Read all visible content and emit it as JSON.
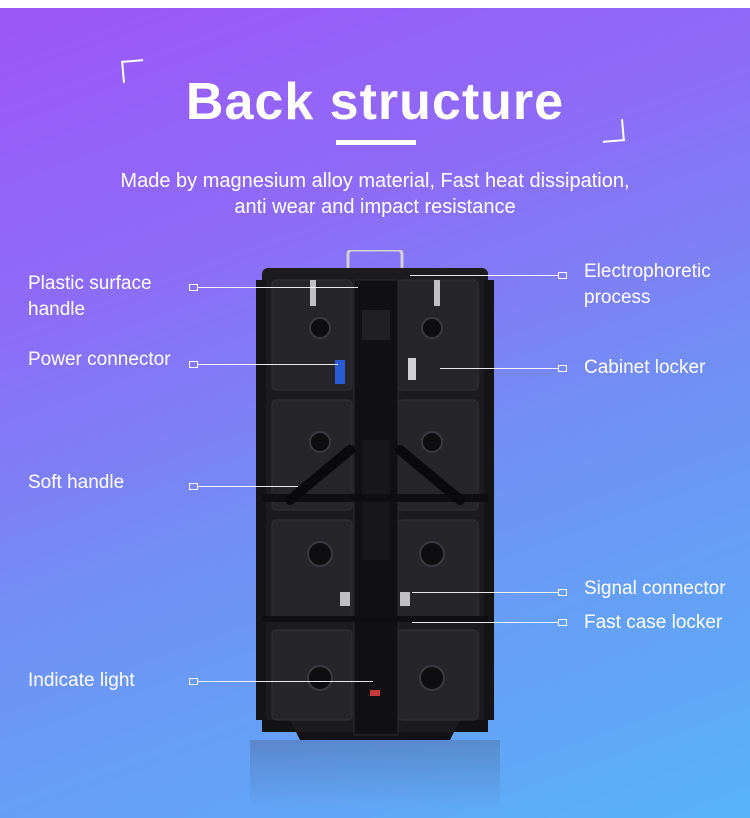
{
  "title": "Back structure",
  "subtitle_line1": "Made by magnesium alloy material, Fast heat dissipation,",
  "subtitle_line2": "anti wear and impact resistance",
  "callouts_left": [
    {
      "line1": "Plastic surface",
      "line2": "handle"
    },
    {
      "line1": "Power connector"
    },
    {
      "line1": "Soft handle"
    },
    {
      "line1": "Indicate light"
    }
  ],
  "callouts_right": [
    {
      "line1": "Electrophoretic",
      "line2": "process"
    },
    {
      "line1": "Cabinet locker"
    },
    {
      "line1": "Signal connector"
    },
    {
      "line1": "Fast case locker"
    }
  ],
  "colors": {
    "bg_top": "#9d56f7",
    "bg_bottom": "#58b3f7",
    "text": "#ffffff",
    "cabinet": "#1c1c1f"
  }
}
